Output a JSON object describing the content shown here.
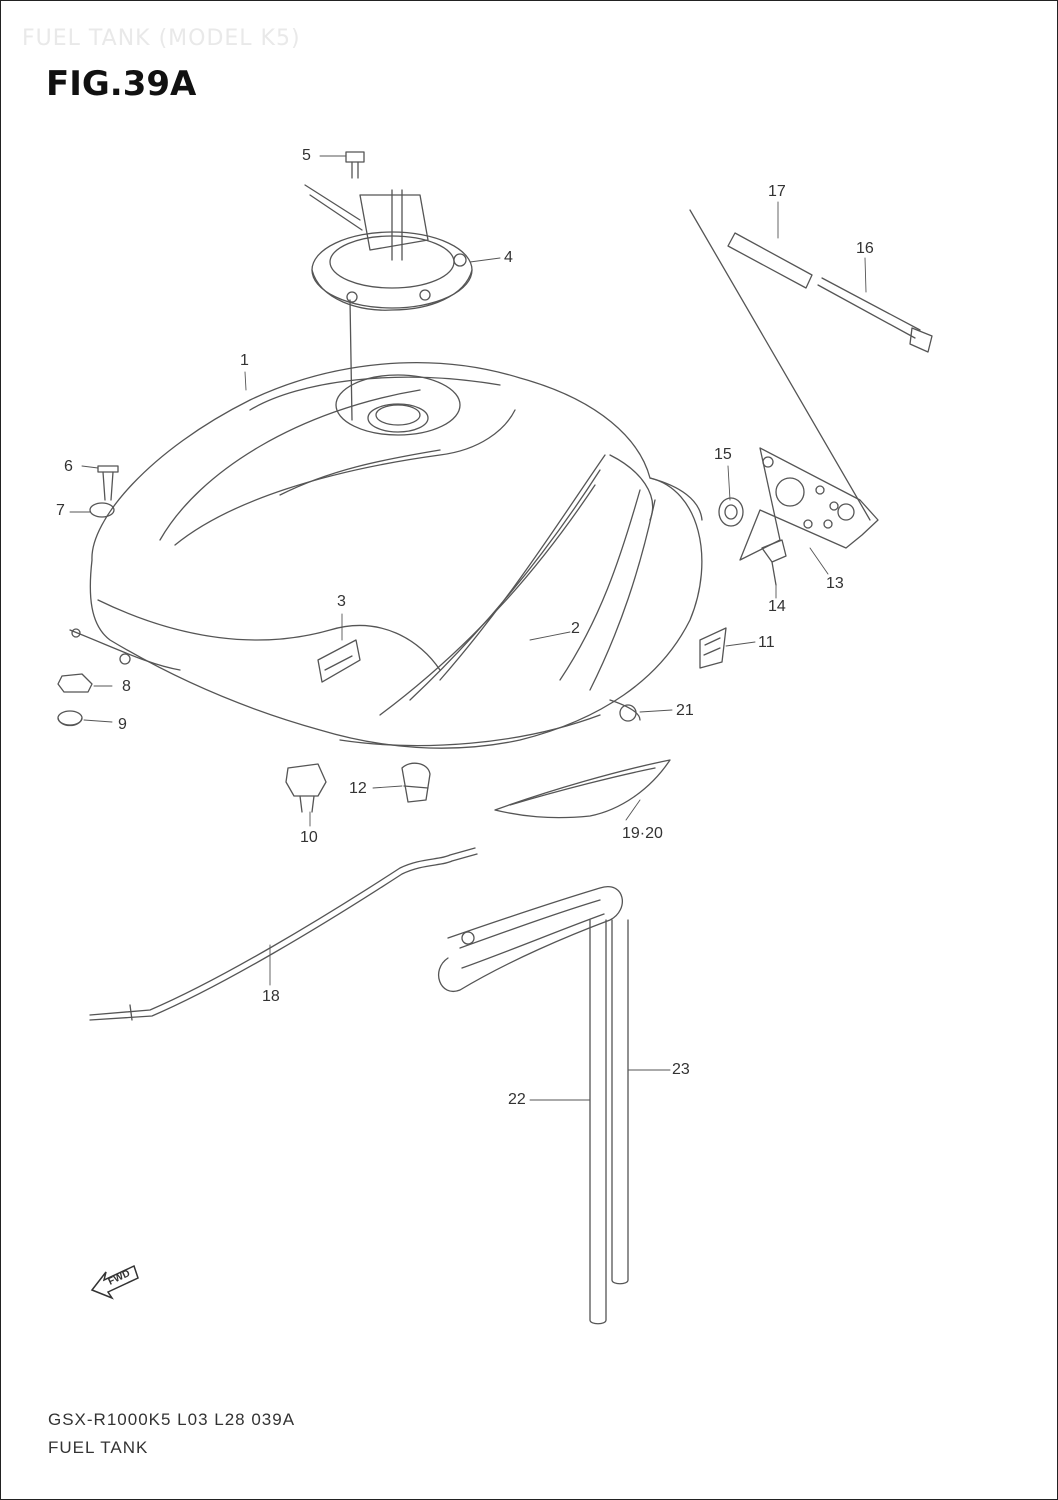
{
  "header": {
    "watermark": "FUEL TANK (MODEL K5)",
    "figure_title": "FIG.39A"
  },
  "callouts": [
    "1",
    "2",
    "3",
    "4",
    "5",
    "6",
    "7",
    "8",
    "9",
    "10",
    "11",
    "12",
    "13",
    "14",
    "15",
    "16",
    "17",
    "18",
    "19·20",
    "21",
    "22",
    "23"
  ],
  "fwd_label": "FWD",
  "footer": {
    "code": "GSX-R1000K5 L03 L28 039A",
    "title": "FUEL TANK"
  }
}
